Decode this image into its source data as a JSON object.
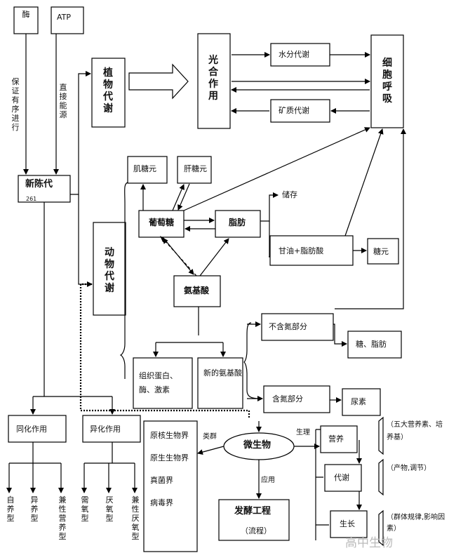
{
  "labels": {
    "enzyme": "酶",
    "atp": "ATP",
    "orderly": "保证有序进行",
    "direct_energy": "直接能源",
    "metabolism": "新陈代",
    "metabolism_sub": "261",
    "plant_metabolism": "植物代谢",
    "photosynthesis": "光合作用",
    "water_metabolism": "水分代谢",
    "mineral_metabolism": "矿质代谢",
    "cellular_respiration": "细胞呼吸",
    "muscle_glycogen": "肌糖元",
    "liver_glycogen": "肝糖元",
    "storage": "储存",
    "glucose": "葡萄糖",
    "fat": "脂肪",
    "glycerol_fatty_acid": "甘油+脂肪酸",
    "glycogen": "糖元",
    "animal_metabolism": "动物代谢",
    "amino_acid": "氨基酸",
    "non_nitrogen_part": "不含氮部分",
    "sugar_fat": "糖、脂肪",
    "tissue_protein": "组织蛋白、酶、激素",
    "new_amino_acid": "新的氨基酸",
    "nitrogen_part": "含氮部分",
    "urea": "尿素",
    "anabolism": "同化作用",
    "catabolism": "异化作用",
    "kingdoms": [
      "原核生物界",
      "原生生物界",
      "真菌界",
      "病毒界"
    ],
    "category": "类群",
    "microbe": "微生物",
    "physiology": "生理",
    "application": "应用",
    "fermentation": "发酵工程",
    "process": "（流程）",
    "nutrition": "营养",
    "microbe_metabolism": "代谢",
    "growth": "生长",
    "nutrition_note": "（五大营养素、培养基）",
    "metabolism_note": "（产物,调节）",
    "growth_note": "（群体规律,影响因素）",
    "autotroph": "自养型",
    "heterotroph": "异养型",
    "facultative_nutrition": "兼性营养型",
    "aerobic": "需氧型",
    "anaerobic": "厌氧型",
    "facultative_anaerobic": "兼性厌氧型",
    "watermark": "高中生物"
  }
}
